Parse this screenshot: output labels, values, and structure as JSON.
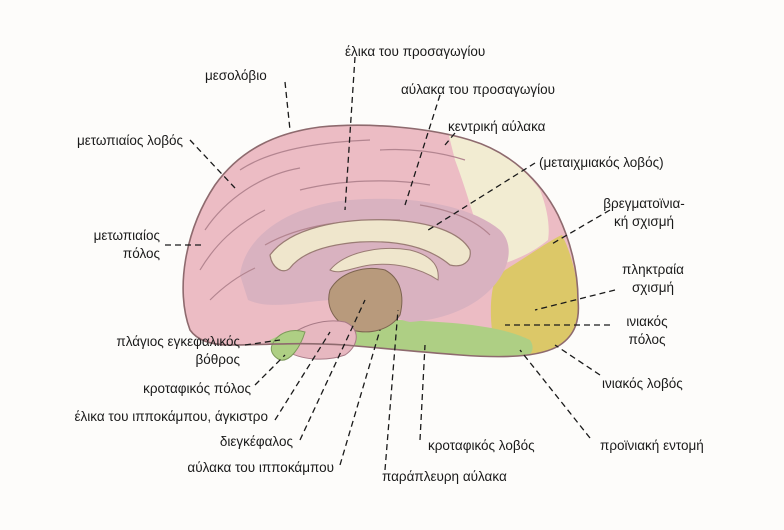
{
  "labels": {
    "mesolobio": "μεσολόβιο",
    "elika_prosagogiou": "έλικα του προσαγωγίου",
    "aulaka_prosagogiou": "αύλακα του προσαγωγίου",
    "kentriki_aulaka": "κεντρική αύλακα",
    "metaixmiakos_lobos": "(μεταιχμιακός λοβός)",
    "metopiaios_lobos": "μετωπιαίος λοβός",
    "bregmatoiniaki_line1": "βρεγματοϊνια-",
    "bregmatoiniaki_line2": "κή σχισμή",
    "metopiaios_polos_line1": "μετωπιαίος",
    "metopiaios_polos_line2": "πόλος",
    "pliktraia_line1": "πληκτραία",
    "pliktraia_line2": "σχισμή",
    "iniakos_polos_line1": "ινιακός",
    "iniakos_polos_line2": "πόλος",
    "plagios_line1": "πλάγιος εγκεφαλικός",
    "plagios_line2": "βόθρος",
    "iniakos_lobos": "ινιακός λοβός",
    "krotafikos_polos": "κροταφικός πόλος",
    "elika_ippokampou": "έλικα του ιπποκάμπου, άγκιστρο",
    "diegkefalos": "διεγκέφαλος",
    "proiniaki_entomi": "προϊνιακή εντομή",
    "krotafikos_lobos": "κροταφικός λοβός",
    "aulaka_ippokampou": "αύλακα του ιπποκάμπου",
    "paraplevri_aulaka": "παράπλευρη αύλακα"
  },
  "colors": {
    "frontal_pink": "#ecbcc4",
    "cingulate_mauve": "#d9b2c0",
    "parietal_cream": "#f2ecd2",
    "occipital_yellow": "#dcc868",
    "temporal_green": "#aecf84",
    "diencephalon_tan": "#b89a7c",
    "callosum_cream": "#efe6cc"
  }
}
